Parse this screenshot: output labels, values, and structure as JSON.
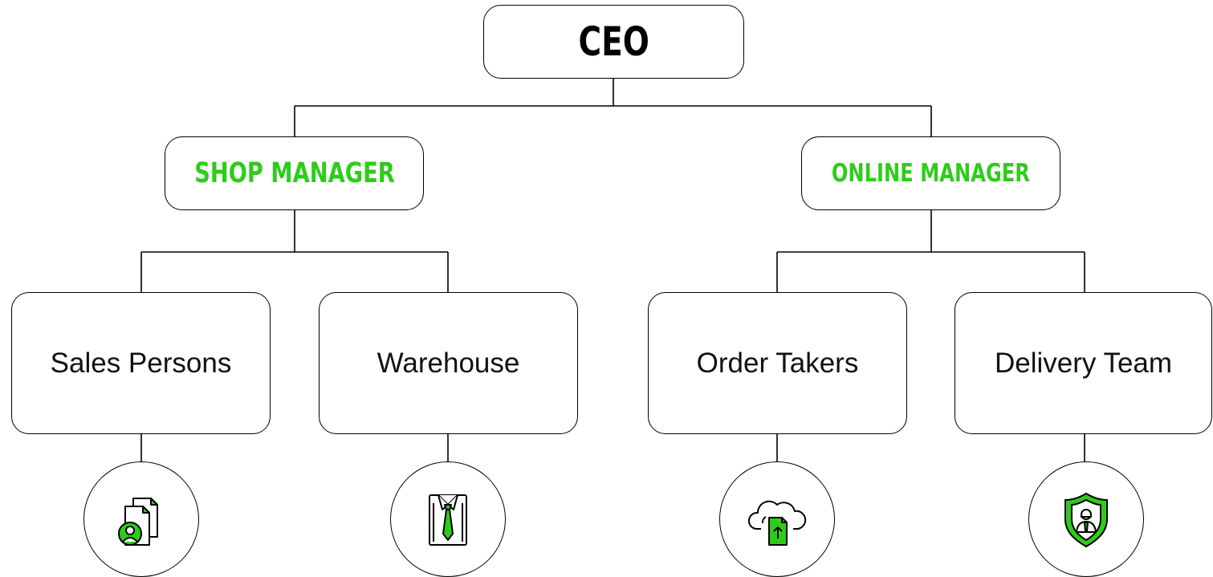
{
  "diagram": {
    "accent_color": "#2ecc1a",
    "root": {
      "label": "CEO"
    },
    "managers": [
      {
        "label": "Shop Manager"
      },
      {
        "label": "Online Manager"
      }
    ],
    "teams": [
      {
        "label": "Sales Persons",
        "icon": "sales-documents-person-icon"
      },
      {
        "label": "Warehouse",
        "icon": "shirt-tie-icon"
      },
      {
        "label": "Order Takers",
        "icon": "cloud-upload-document-icon"
      },
      {
        "label": "Delivery Team",
        "icon": "shield-person-icon"
      }
    ]
  }
}
